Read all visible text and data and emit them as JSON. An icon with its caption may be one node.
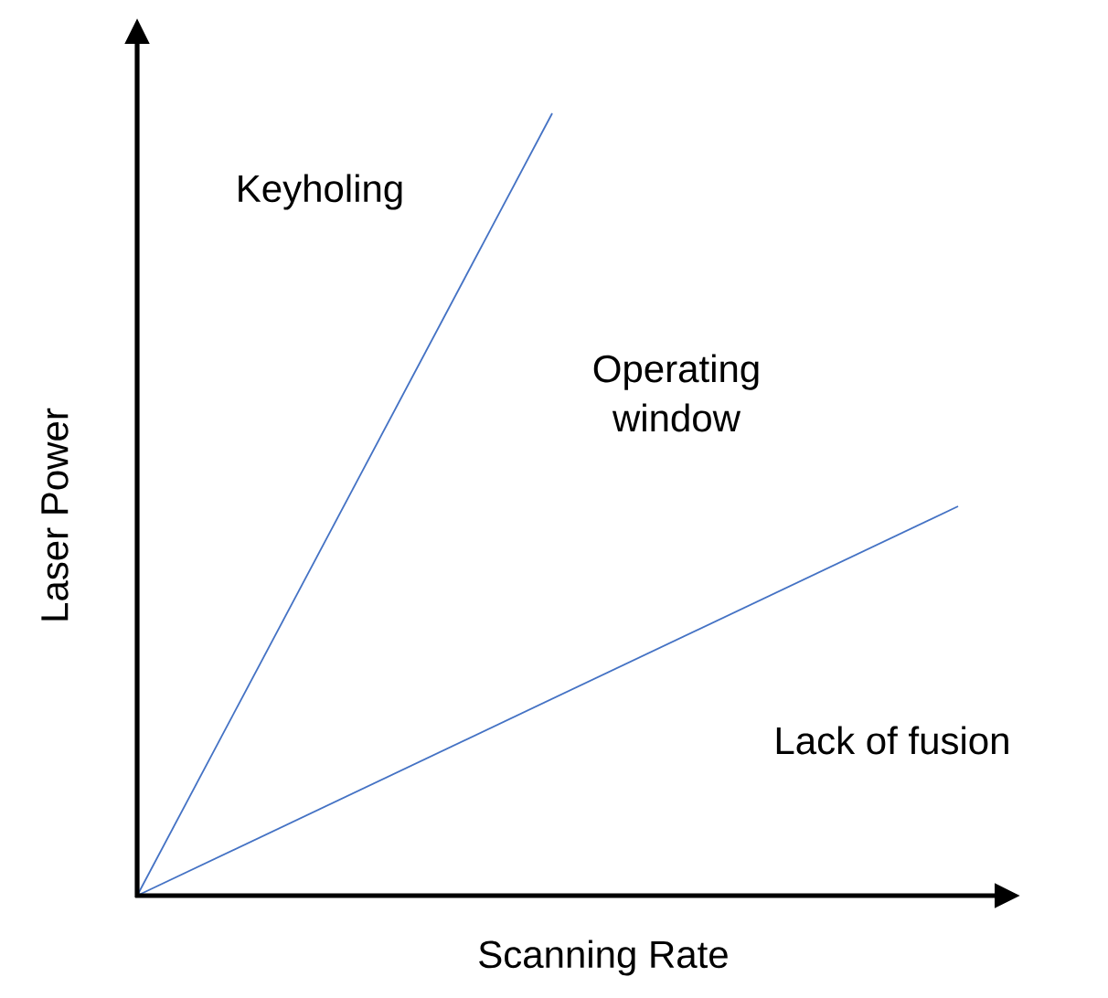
{
  "diagram": {
    "labels": [
      "Keyholing",
      "Operating window",
      "Lack of fusion",
      "Laser Power",
      "Scanning Rate"
    ]
  }
}
